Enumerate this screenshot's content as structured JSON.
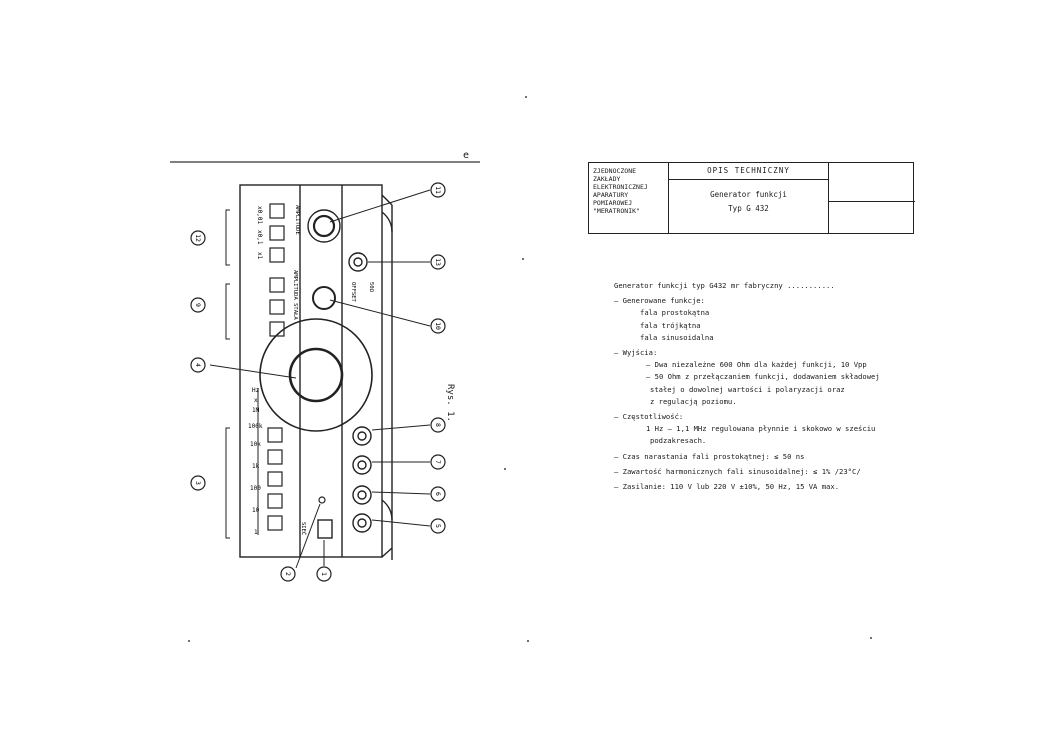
{
  "page_number": "e",
  "figure_label": "Rys. 1.",
  "header": {
    "org_lines": [
      "ZJEDNOCZONE",
      "ZAKŁADY",
      "ELEKTRONICZNEJ",
      "APARATURY",
      "POMIAROWEJ",
      "\"MERATRONIK\""
    ],
    "doc_type": "OPIS TECHNICZNY",
    "doc_title_line1": "Generator funkcji",
    "doc_title_line2": "Typ G 432"
  },
  "spec_lines": [
    "Generator funkcji typ G432 mr fabryczny ...........",
    "— Generowane funkcje:",
    "fala prostokątna",
    "fala trójkątna",
    "fala sinusoidalna",
    "— Wyjścia:",
    "– Dwa niezależne 600 Ohm dla każdej funkcji, 10 Vpp",
    "– 50 Ohm z przełączaniem funkcji, dodawaniem składowej",
    "stałej o dowolnej wartości i polaryzacji oraz",
    "z regulacją poziomu.",
    "— Częstotliwość:",
    "1 Hz – 1,1 MHz regulowana płynnie i skokowo w sześciu",
    "podzakresach.",
    "— Czas narastania fali prostokątnej: ≤ 50 ns",
    "— Zawartość harmonicznych fali sinusoidalnej: ≤ 1% /23°C/",
    "— Zasilanie:  110 V lub 220 V  ±10%, 50 Hz, 15 VA max."
  ],
  "panel": {
    "ampl_label": "AMPLITUDE",
    "attn_labels": [
      "x1",
      "x0,1",
      "x0,01"
    ],
    "wave_label": "AMPLITUDA STAŁA",
    "offset_label": "OFFSET",
    "out_label": "50Ω",
    "range_labels": [
      "1",
      "10",
      "100",
      "1k",
      "10k",
      "100k",
      "1M",
      "x",
      "Hz"
    ],
    "power_label": "SIEĆ",
    "callouts": [
      "1",
      "2",
      "3",
      "4",
      "5",
      "6",
      "7",
      "8",
      "9",
      "10",
      "11",
      "12",
      "13"
    ]
  }
}
